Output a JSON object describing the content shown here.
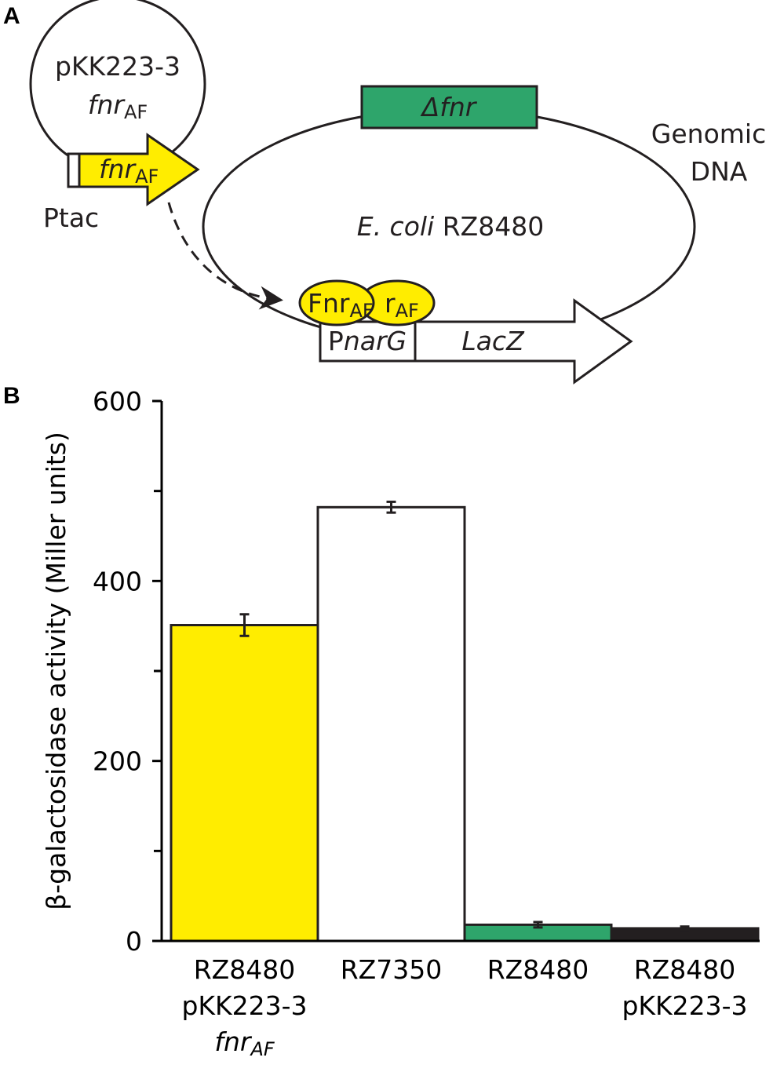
{
  "panel_a": {
    "label": "A",
    "plasmid_line1": "pKK223-3",
    "plasmid_line2_main": "fnr",
    "plasmid_line2_sub": "AF",
    "arrow_gene_main": "fnr",
    "arrow_gene_sub": "AF",
    "promoter_label": "Ptac",
    "deleted_gene": "Δfnr",
    "genomic_line1": "Genomic",
    "genomic_line2": "DNA",
    "strain_italic": "E. coli",
    "strain_name": "RZ8480",
    "protein_main": "Fnr",
    "protein_sub": "AF",
    "protein2_main": "r",
    "protein2_sub": "AF",
    "promoter2_prefix": "P",
    "promoter2_italic": "narG",
    "reporter_gene": "LacZ",
    "colors": {
      "yellow": "#ffed00",
      "green": "#2ea56b",
      "black": "#231f20"
    }
  },
  "panel_b": {
    "label": "B"
  },
  "chart_data": {
    "type": "bar",
    "ylabel": "β-galactosidase activity (Miller units)",
    "xlabel": "",
    "ylim": [
      0,
      600
    ],
    "yticks": [
      0,
      200,
      400,
      600
    ],
    "minor_yticks": [
      100,
      300,
      500
    ],
    "categories": [
      {
        "lines": [
          "RZ8480",
          "pKK223-3"
        ],
        "italic_main": "fnr",
        "italic_sub": "AF"
      },
      {
        "lines": [
          "RZ7350"
        ]
      },
      {
        "lines": [
          "RZ8480"
        ]
      },
      {
        "lines": [
          "RZ8480",
          "pKK223-3"
        ]
      }
    ],
    "values": [
      351,
      482,
      18,
      14
    ],
    "errors": [
      12,
      6,
      3,
      2
    ],
    "colors": [
      "#ffed00",
      "#ffffff",
      "#2ea56b",
      "#231f20"
    ]
  }
}
